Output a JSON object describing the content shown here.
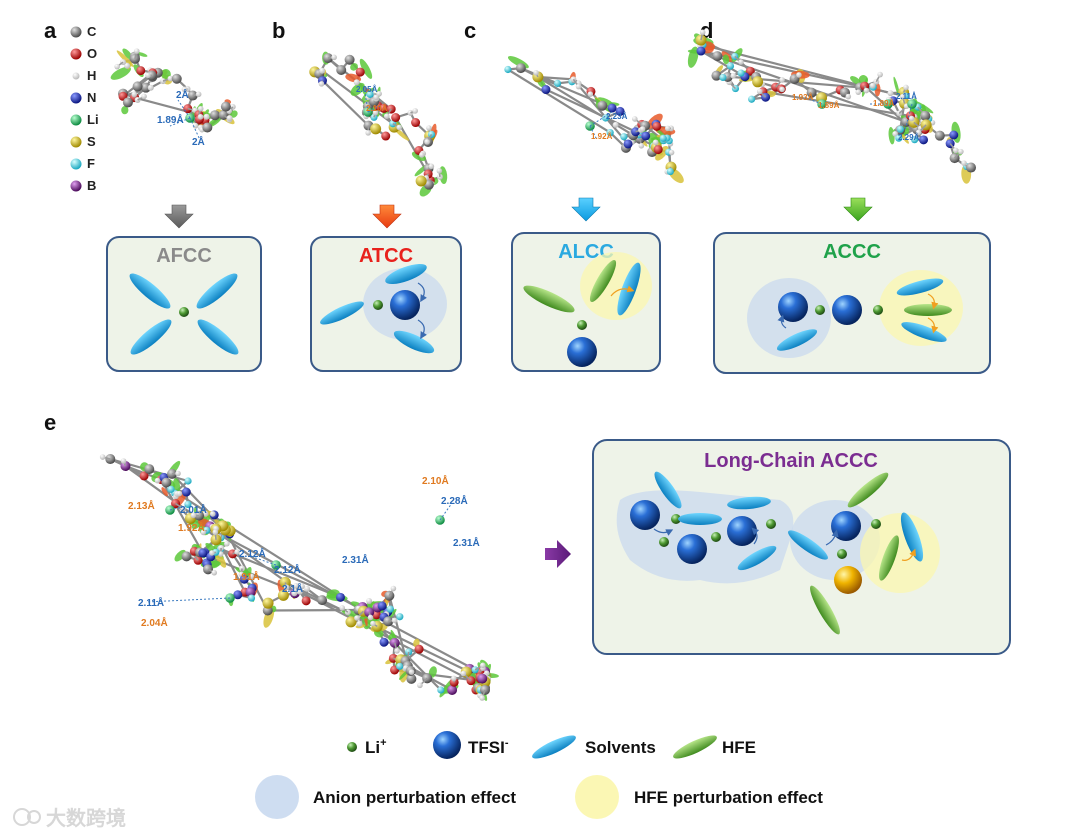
{
  "colors": {
    "carbon": "#7a7a7a",
    "oxygen": "#d41818",
    "hydrogen": "#eeeeee",
    "nitrogen": "#1a2fb0",
    "lithium": "#4caf50",
    "sulfur": "#d6c21e",
    "fluorine": "#5fd0e0",
    "boron": "#7a1f8f",
    "afcc": "#8a8a8a",
    "atcc": "#e8211c",
    "alcc": "#2aa9e0",
    "accc": "#1fa24a",
    "long_chain": "#7b2d91",
    "box_fill": "#eef3e8",
    "box_border": "#3a5a88"
  },
  "panels": {
    "a": {
      "letter": "a",
      "title": "AFCC",
      "distances": [
        "2Å",
        "1.89Å",
        "2Å"
      ]
    },
    "b": {
      "letter": "b",
      "title": "ATCC",
      "distances": [
        "2.05Å",
        "2.10Å"
      ]
    },
    "c": {
      "letter": "c",
      "title": "ALCC",
      "distances": [
        "2.23Å",
        "1.92Å"
      ]
    },
    "d": {
      "letter": "d",
      "title": "ACCC",
      "distances": [
        "1.93Å",
        "1.89Å",
        "1.89Å",
        "2.11Å",
        "2.29Å"
      ]
    },
    "e": {
      "letter": "e",
      "title": "Long-Chain ACCC",
      "distances_blue": [
        "2.01Å",
        "2.28Å",
        "2.31Å",
        "2.12Å",
        "2.12Å",
        "2.31Å",
        "2.11Å",
        "2.1Å"
      ],
      "distances_orange": [
        "2.10Å",
        "2.13Å",
        "1.92Å",
        "1.91Å",
        "2.04Å"
      ]
    }
  },
  "atom_legend": [
    {
      "symbol": "C",
      "element": "carbon"
    },
    {
      "symbol": "O",
      "element": "oxygen"
    },
    {
      "symbol": "H",
      "element": "hydrogen"
    },
    {
      "symbol": "N",
      "element": "nitrogen"
    },
    {
      "symbol": "Li",
      "element": "lithium"
    },
    {
      "symbol": "S",
      "element": "sulfur"
    },
    {
      "symbol": "F",
      "element": "fluorine"
    },
    {
      "symbol": "B",
      "element": "boron"
    }
  ],
  "key": {
    "li_sup": "+",
    "li": "Li",
    "tfsi": "TFSI",
    "tfsi_sup": "-",
    "solvents": "Solvents",
    "hfe": "HFE"
  },
  "effects": {
    "anion": "Anion perturbation effect",
    "hfe": "HFE perturbation effect"
  },
  "watermark": "大数跨境"
}
